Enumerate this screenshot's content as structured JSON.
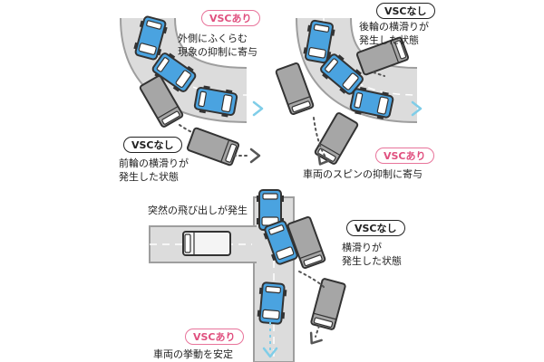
{
  "colors": {
    "road": "#dcdcdc",
    "road_edge": "#9e9e9e",
    "lane": "#ffffff",
    "vehicle_vsc": "#4aa3e0",
    "vehicle_no_vsc": "#a6a6a6",
    "vehicle_outline": "#333333",
    "vehicle_white": "#f4f4f4",
    "accent_pink": "#e0507f",
    "arrow_blue": "#7fcde8",
    "arrow_grey": "#555555"
  },
  "panel_top_left": {
    "badge_on": "VSCあり",
    "caption_on": [
      "外側にふくらむ",
      "現象の抑制に寄与"
    ],
    "badge_off": "VSCなし",
    "caption_off": [
      "前輪の横滑りが",
      "発生した状態"
    ]
  },
  "panel_top_right": {
    "badge_off": "VSCなし",
    "caption_off": [
      "後輪の横滑りが",
      "発生した状態"
    ],
    "badge_on": "VSCあり",
    "caption_on": "車両のスピンの抑制に寄与"
  },
  "panel_bottom": {
    "caption_top": "突然の飛び出しが発生",
    "badge_off": "VSCなし",
    "caption_off": [
      "横滑りが",
      "発生した状態"
    ],
    "badge_on": "VSCあり",
    "caption_on": "車両の挙動を安定"
  },
  "icons": [
    "car-icon",
    "truck-icon",
    "arrow-icon",
    "chevron-icon"
  ]
}
